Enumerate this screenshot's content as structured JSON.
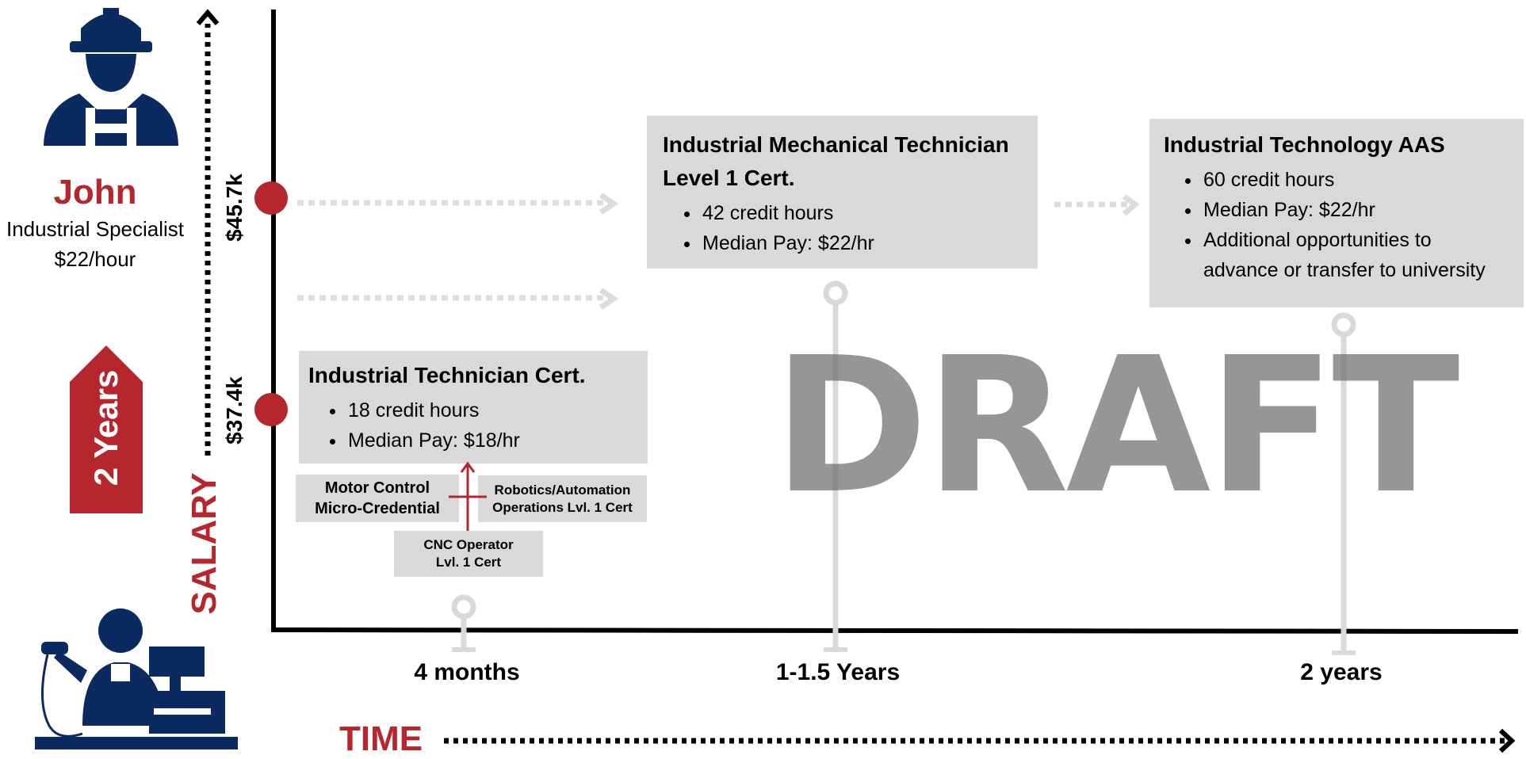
{
  "person": {
    "name": "John",
    "role": "Industrial Specialist",
    "pay": "$22/hour"
  },
  "duration_badge": "2 Years",
  "axes": {
    "y_label": "SALARY",
    "x_label": "TIME"
  },
  "salary_levels": {
    "high": "$45.7k",
    "low": "$37.4k"
  },
  "time_marks": {
    "m1": "4 months",
    "m2": "1-1.5 Years",
    "m3": "2 years"
  },
  "stages": {
    "cert1": {
      "title": "Industrial Technician Cert.",
      "items": [
        "18 credit hours",
        "Median Pay: $18/hr"
      ]
    },
    "cert2": {
      "title_line1": "Industrial Mechanical Technician",
      "title_line2": "Level 1 Cert.",
      "items": [
        "42 credit hours",
        "Median Pay: $22/hr"
      ]
    },
    "aas": {
      "title": "Industrial Technology AAS",
      "items": [
        "60 credit hours",
        "Median Pay: $22/hr"
      ],
      "item3_line1": "Additional opportunities to",
      "item3_line2": "advance or transfer to university"
    }
  },
  "micro_creds": {
    "motor_line1": "Motor Control",
    "motor_line2": "Micro-Credential",
    "robotics_line1": "Robotics/Automation",
    "robotics_line2": "Operations Lvl. 1 Cert",
    "cnc_line1": "CNC Operator",
    "cnc_line2": "Lvl. 1 Cert"
  },
  "watermark": "DRAFT",
  "colors": {
    "accent_red": "#b5272d",
    "navy": "#0b2a5f",
    "box_gray": "#d9d9d9",
    "arrow_gray": "#dcdcdc"
  }
}
